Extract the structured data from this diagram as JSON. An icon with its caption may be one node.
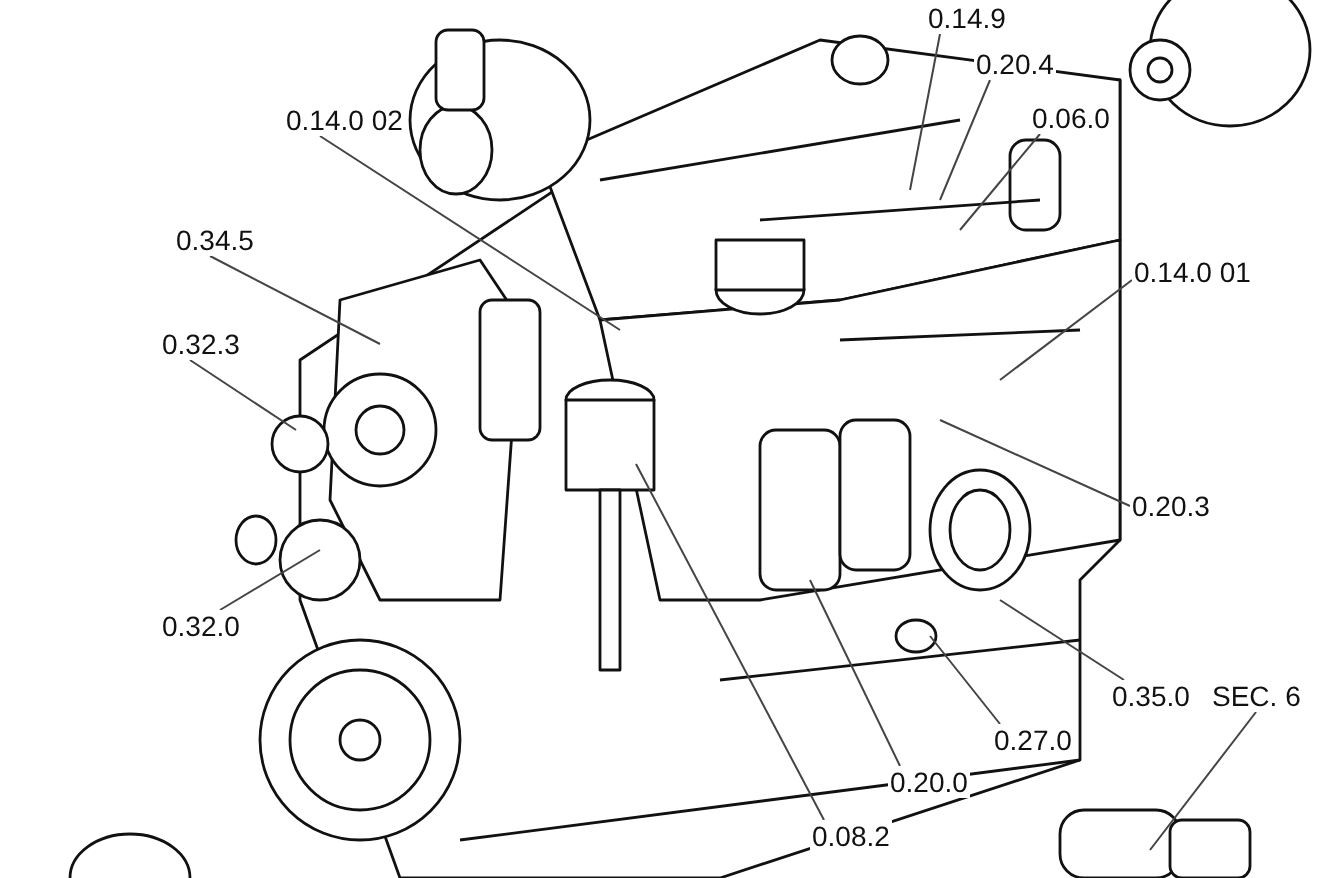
{
  "diagram": {
    "nodes": [
      {
        "text": [
          "0.14.9"
        ]
      },
      {
        "text": [
          "0.20.4"
        ]
      },
      {
        "text": [
          "0.06.0"
        ]
      },
      {
        "text": [
          "0.14.0 02"
        ]
      },
      {
        "text": [
          "0.34.5"
        ]
      },
      {
        "text": [
          "0.14.0 01"
        ]
      },
      {
        "text": [
          "0.32.3"
        ]
      },
      {
        "text": [
          "0.20.3"
        ]
      },
      {
        "text": [
          "0.32.0"
        ]
      },
      {
        "text": [
          "0.35.0"
        ]
      },
      {
        "text": [
          "SEC. 6"
        ]
      },
      {
        "text": [
          "0.27.0"
        ]
      },
      {
        "text": [
          "0.20.0"
        ]
      },
      {
        "text": [
          "0.08.2"
        ]
      }
    ],
    "edges": [
      {
        "from": 0,
        "to": null,
        "arrow": "none"
      },
      {
        "from": 1,
        "to": null,
        "arrow": "none"
      },
      {
        "from": 2,
        "to": null,
        "arrow": "none"
      },
      {
        "from": 3,
        "to": null,
        "arrow": "none"
      },
      {
        "from": 4,
        "to": null,
        "arrow": "none"
      },
      {
        "from": 5,
        "to": null,
        "arrow": "none"
      },
      {
        "from": 6,
        "to": null,
        "arrow": "none"
      },
      {
        "from": 7,
        "to": null,
        "arrow": "none"
      },
      {
        "from": 8,
        "to": null,
        "arrow": "none"
      },
      {
        "from": 9,
        "to": null,
        "arrow": "none"
      },
      {
        "from": 10,
        "to": null,
        "arrow": "none"
      },
      {
        "from": 11,
        "to": null,
        "arrow": "none"
      },
      {
        "from": 12,
        "to": null,
        "arrow": "none"
      },
      {
        "from": 13,
        "to": null,
        "arrow": "none"
      }
    ]
  }
}
